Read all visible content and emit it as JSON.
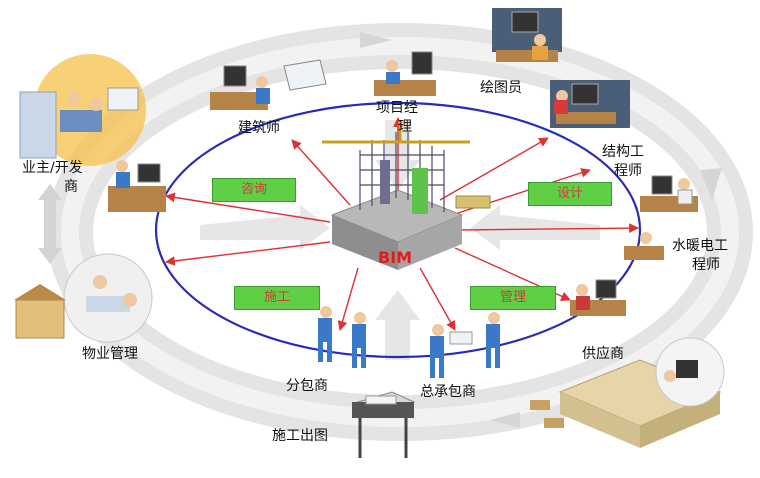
{
  "center": {
    "label": "BIM"
  },
  "stakeholders": {
    "architect": "建筑师",
    "project_manager_line1": "项目经",
    "project_manager_line2": "理",
    "drafter": "绘图员",
    "structural_line1": "结构工",
    "structural_line2": "程师",
    "owner_line1": "业主/开发",
    "owner_line2": "商",
    "mep_line1": "水暖电工",
    "mep_line2": "程师",
    "property": "物业管理",
    "supplier": "供应商",
    "subcontractor": "分包商",
    "general_contractor": "总承包商",
    "drawings": "施工出图"
  },
  "phases": {
    "consult": "咨询",
    "design": "设计",
    "construction": "施工",
    "management": "管理"
  },
  "colors": {
    "ellipse": "#2a2ab8",
    "arrows": "#e03030",
    "phase_box": "#5fcf45",
    "phase_text": "#d63a3a",
    "ring": "#dcdcdc"
  }
}
